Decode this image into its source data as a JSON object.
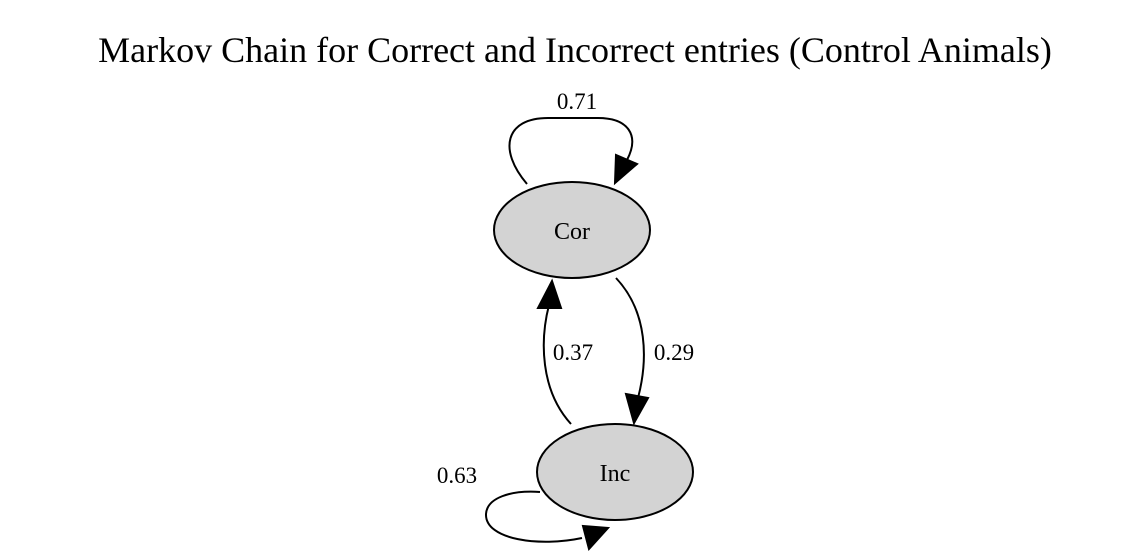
{
  "diagram": {
    "title": "Markov Chain for Correct and Incorrect entries (Control Animals)",
    "colors": {
      "node_fill": "#d3d3d3",
      "stroke": "#000000",
      "background": "#ffffff"
    },
    "nodes": [
      {
        "id": "cor",
        "label": "Cor"
      },
      {
        "id": "inc",
        "label": "Inc"
      }
    ],
    "edges": [
      {
        "id": "cor-cor",
        "from": "Cor",
        "to": "Cor",
        "label": "0.71"
      },
      {
        "id": "cor-inc",
        "from": "Cor",
        "to": "Inc",
        "label": "0.29"
      },
      {
        "id": "inc-cor",
        "from": "Inc",
        "to": "Cor",
        "label": "0.37"
      },
      {
        "id": "inc-inc",
        "from": "Inc",
        "to": "Inc",
        "label": "0.63"
      }
    ]
  }
}
